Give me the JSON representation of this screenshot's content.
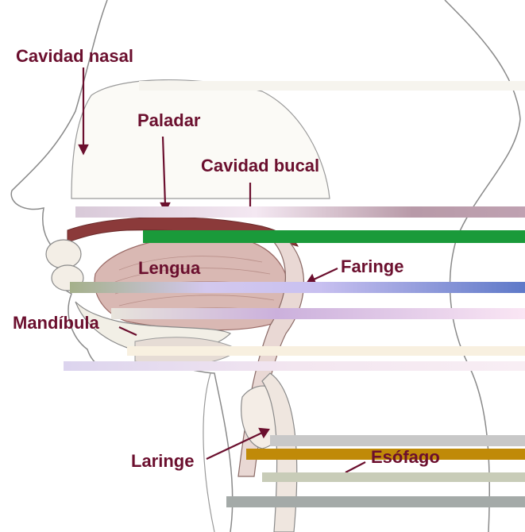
{
  "labels": {
    "cavidad_nasal": "Cavidad nasal",
    "paladar": "Paladar",
    "cavidad_bucal": "Cavidad bucal",
    "lengua": "Lengua",
    "faringe": "Faringe",
    "mandibula": "Mandíbula",
    "laringe": "Laringe",
    "esofago": "Esófago"
  },
  "colors": {
    "label": "#6b0f2e",
    "outline": "#8a8a8a",
    "tissue": "#8b3a3a",
    "tongue": "#d9b8b3",
    "muscle": "#e6dcd5",
    "bone": "#f2efe6"
  }
}
